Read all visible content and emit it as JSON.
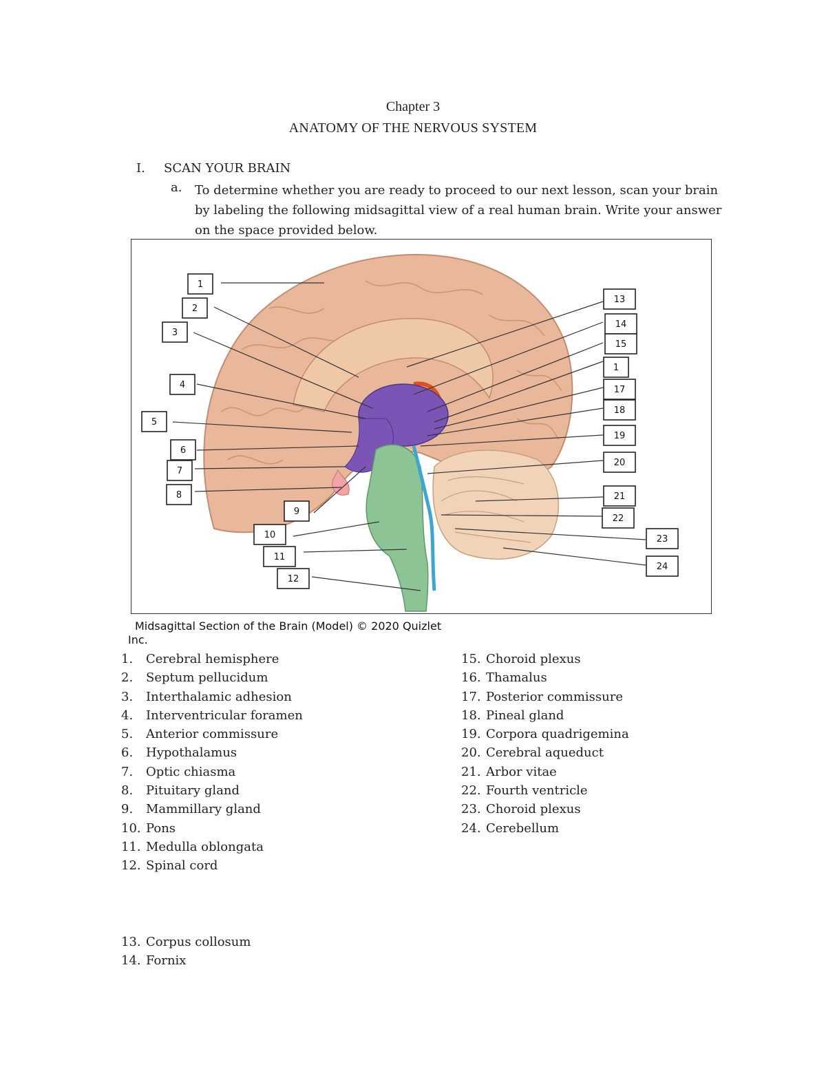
{
  "header": {
    "chapter": "Chapter 3",
    "title": "ANATOMY OF THE NERVOUS SYSTEM"
  },
  "section": {
    "number": "I.",
    "title": "SCAN YOUR BRAIN",
    "item_letter": "a.",
    "instructions": "To determine whether you are ready to proceed to our next lesson, scan your brain by labeling the following midsagittal view of a real human brain. Write your answer on the space provided below."
  },
  "figure": {
    "labels": [
      "1",
      "2",
      "3",
      "4",
      "5",
      "6",
      "7",
      "8",
      "9",
      "10",
      "11",
      "12",
      "13",
      "14",
      "15",
      "1",
      "17",
      "18",
      "19",
      "20",
      "21",
      "22",
      "23",
      "24"
    ],
    "caption_line1": "Midsagittal Section of the Brain (Model) © 2020 Quizlet",
    "caption_line2": "Inc.",
    "colors": {
      "cerebrum": "#e9b79a",
      "thalamus": "#7a55b5",
      "brainstem": "#8cc496",
      "ventricle": "#3ba6d4",
      "cerebellum": "#f1d4b8",
      "pituitary": "#f2a4a4"
    }
  },
  "answers_col1": [
    {
      "num": "1.",
      "text": "Cerebral hemisphere"
    },
    {
      "num": "2.",
      "text": "Septum pellucidum"
    },
    {
      "num": "3.",
      "text": "Interthalamic adhesion"
    },
    {
      "num": "4.",
      "text": "Interventricular foramen"
    },
    {
      "num": "5.",
      "text": "Anterior commissure"
    },
    {
      "num": "6.",
      "text": "Hypothalamus"
    },
    {
      "num": "7.",
      "text": "Optic chiasma"
    },
    {
      "num": "8.",
      "text": "Pituitary gland"
    },
    {
      "num": "9.",
      "text": "Mammillary gland"
    },
    {
      "num": "10.",
      "text": "Pons"
    },
    {
      "num": "11.",
      "text": "Medulla oblongata"
    },
    {
      "num": "12.",
      "text": "Spinal cord"
    }
  ],
  "answers_col2": [
    {
      "num": "15.",
      "text": "Choroid plexus"
    },
    {
      "num": "16.",
      "text": "Thamalus"
    },
    {
      "num": "17.",
      "text": "Posterior commissure"
    },
    {
      "num": "18.",
      "text": "Pineal gland"
    },
    {
      "num": "19.",
      "text": "Corpora quadrigemina"
    },
    {
      "num": "20.",
      "text": "Cerebral aqueduct"
    },
    {
      "num": "21.",
      "text": "Arbor vitae"
    },
    {
      "num": "22.",
      "text": "Fourth ventricle"
    },
    {
      "num": "23.",
      "text": "Choroid plexus"
    },
    {
      "num": "24.",
      "text": "Cerebellum"
    }
  ],
  "answers_col3": [
    {
      "num": "13.",
      "text": "Corpus collosum"
    },
    {
      "num": "14.",
      "text": "Fornix"
    }
  ]
}
